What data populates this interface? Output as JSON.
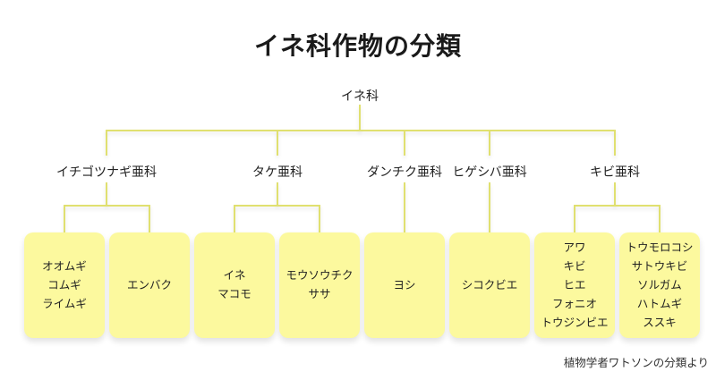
{
  "title": "イネ科作物の分類",
  "footer": "植物学者ワトソンの分類より",
  "colors": {
    "background": "#ffffff",
    "connector_line": "#e0e070",
    "leaf_box_fill": "#fcf99e",
    "text": "#1f1f1f"
  },
  "tree": {
    "root_label": "イネ科",
    "subfamilies": [
      {
        "label": "イチゴツナギ亜科"
      },
      {
        "label": "タケ亜科"
      },
      {
        "label": "ダンチク亜科"
      },
      {
        "label": "ヒゲシバ亜科"
      },
      {
        "label": "キビ亜科"
      }
    ],
    "leaf_boxes": [
      {
        "subfamily": "イチゴツナギ亜科",
        "items": [
          "オオムギ",
          "コムギ",
          "ライムギ"
        ]
      },
      {
        "subfamily": "イチゴツナギ亜科",
        "items": [
          "エンバク"
        ]
      },
      {
        "subfamily": "タケ亜科",
        "items": [
          "イネ",
          "マコモ"
        ]
      },
      {
        "subfamily": "タケ亜科",
        "items": [
          "モウソウチク",
          "ササ"
        ]
      },
      {
        "subfamily": "ダンチク亜科",
        "items": [
          "ヨシ"
        ]
      },
      {
        "subfamily": "ヒゲシバ亜科",
        "items": [
          "シコクビエ"
        ]
      },
      {
        "subfamily": "キビ亜科",
        "items": [
          "アワ",
          "キビ",
          "ヒエ",
          "フォニオ",
          "トウジンビエ"
        ]
      },
      {
        "subfamily": "キビ亜科",
        "items": [
          "トウモロコシ",
          "サトウキビ",
          "ソルガム",
          "ハトムギ",
          "ススキ"
        ]
      }
    ]
  }
}
